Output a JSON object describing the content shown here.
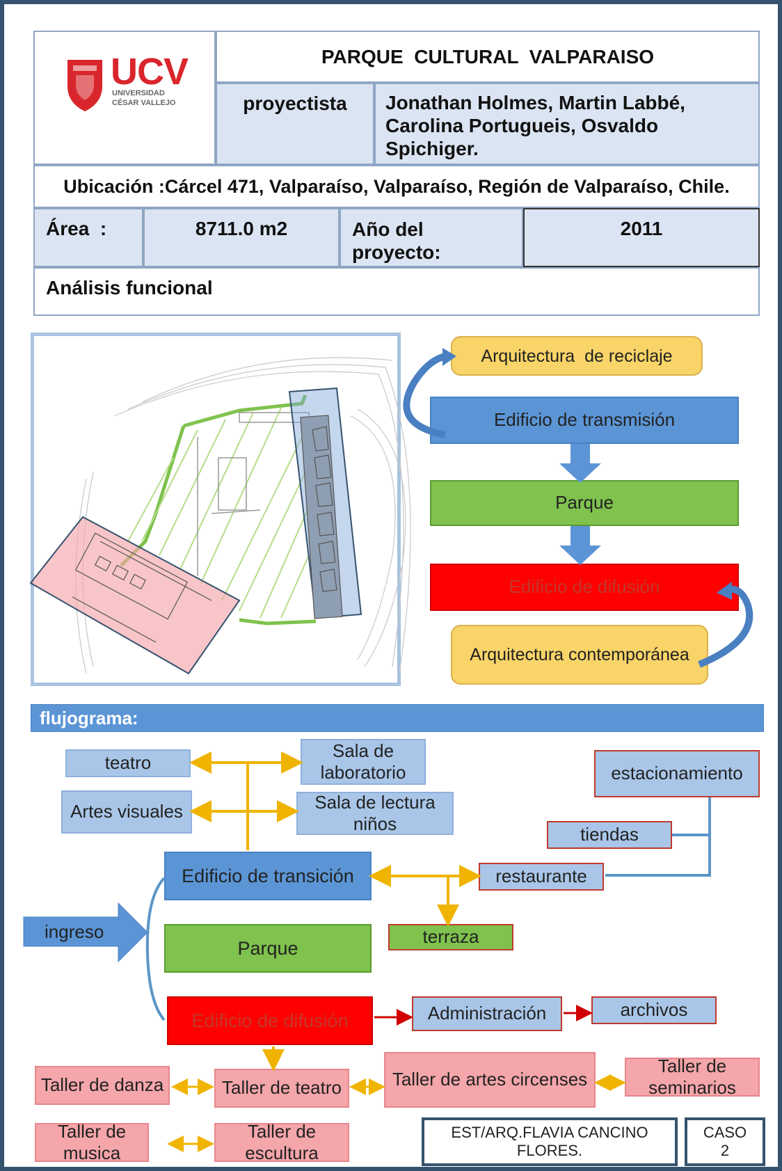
{
  "header": {
    "title": "PARQUE  CULTURAL  VALPARAISO",
    "logo_text": "UCV",
    "logo_sub1": "UNIVERSIDAD",
    "logo_sub2": "CÉSAR VALLEJO",
    "designer_label": "proyectista",
    "designer_value": "Jonathan Holmes, Martin Labbé, Carolina Portugueis, Osvaldo Spichiger.",
    "location": "Ubicación :Cárcel 471, Valparaíso, Valparaíso, Región de Valparaíso, Chile.",
    "area_label": "Área  :",
    "area_value": "8711.0 m2",
    "year_label": "Año del proyecto:",
    "year_value": "2011",
    "section_title": "Análisis funcional"
  },
  "analysis": {
    "recycle": "Arquitectura  de reciclaje",
    "transmission": "Edificio de transmisión",
    "park": "Parque",
    "diffusion": "Edificio de difusión",
    "contemporary": "Arquitectura contemporánea"
  },
  "flujograma": {
    "title": "flujograma:",
    "teatro": "teatro",
    "sala_lab": "Sala de laboratorio",
    "artes_visuales": "Artes visuales",
    "sala_lectura": "Sala de lectura niños",
    "estacionamiento": "estacionamiento",
    "tiendas": "tiendas",
    "transicion": "Edificio de transición",
    "restaurante": "restaurante",
    "ingreso": "ingreso",
    "parque": "Parque",
    "terraza": "terraza",
    "difusion": "Edificio de difusión",
    "administracion": "Administración",
    "archivos": "archivos",
    "taller_danza": "Taller de danza",
    "taller_teatro": "Taller de teatro",
    "taller_circenses": "Taller de artes circenses",
    "taller_seminarios": "Taller de seminarios",
    "taller_musica": "Taller de musica",
    "taller_escultura": "Taller de escultura"
  },
  "footer": {
    "author": "EST/ARQ.FLAVIA CANCINO FLORES.",
    "case": "CASO 2"
  },
  "colors": {
    "frame": "#35536f",
    "blue": "#5b95d6",
    "green": "#7fc24d",
    "red": "#ff0000",
    "yellow": "#f9d468",
    "connector": "#f0b400"
  }
}
